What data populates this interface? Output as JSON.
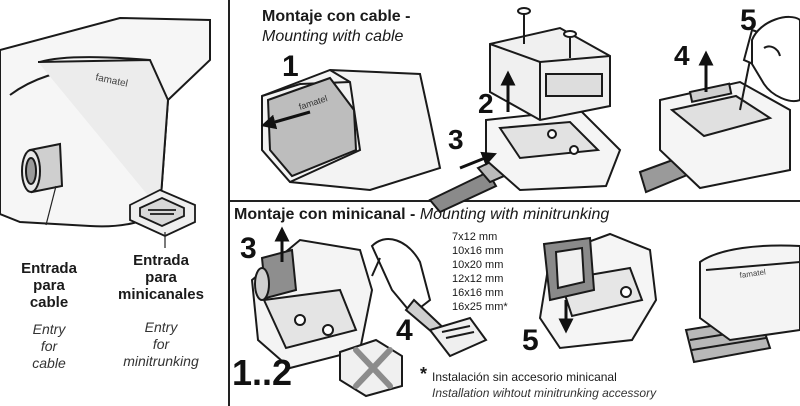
{
  "left_panel": {
    "entry_cable_es": [
      "Entrada",
      "para",
      "cable"
    ],
    "entry_cable_en": [
      "Entry",
      "for",
      "cable"
    ],
    "entry_minitrunking_es": [
      "Entrada",
      "para",
      "minicanales"
    ],
    "entry_minitrunking_en": [
      "Entry",
      "for",
      "minitrunking"
    ]
  },
  "cable_panel": {
    "title_es": "Montaje con cable -",
    "title_en": "Mounting with cable",
    "steps": [
      "1",
      "2",
      "3",
      "4",
      "5"
    ]
  },
  "minicanal_panel": {
    "title_es": "Montaje con minicanal -",
    "title_en": "Mounting with minitrunking",
    "sizes": [
      "7x12 mm",
      "10x16 mm",
      "10x20 mm",
      "12x12 mm",
      "16x16 mm",
      "16x25 mm*"
    ],
    "steps": [
      "3",
      "4",
      "5",
      "1..2"
    ],
    "footnote_star": "*",
    "footnote_es": "Instalación sin accesorio minicanal",
    "footnote_en": "Installation wihtout minitrunking accessory"
  },
  "colors": {
    "line": "#1a1a1a",
    "housing": "#f2f2f2",
    "shade": "#bdbdbd",
    "cable": "#8a8a8a",
    "accent_x": "#8c8c8c"
  },
  "icons": [
    "device-housing",
    "cable",
    "screw",
    "screwdriver",
    "hand",
    "arrow",
    "clip-accessory",
    "minitrunking-channel"
  ]
}
